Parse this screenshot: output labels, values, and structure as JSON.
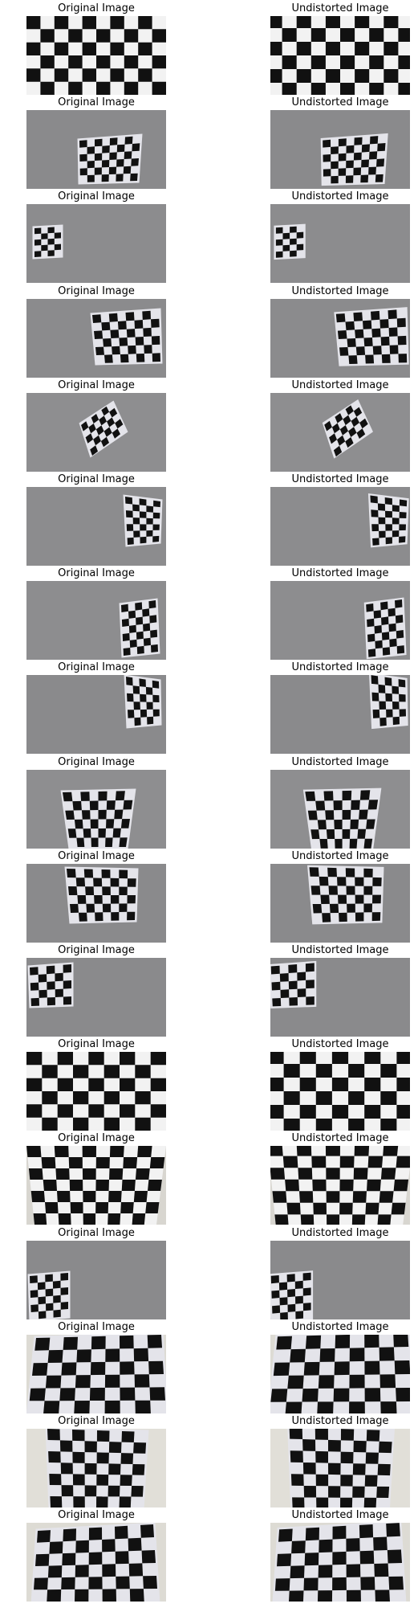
{
  "figure": {
    "pairs": [
      {
        "original_title": "Original Image",
        "undistorted_title": "Undistorted Image"
      },
      {
        "original_title": "Original Image",
        "undistorted_title": "Undistorted Image"
      },
      {
        "original_title": "Original Image",
        "undistorted_title": "Undistorted Image"
      },
      {
        "original_title": "Original Image",
        "undistorted_title": "Undistorted Image"
      },
      {
        "original_title": "Original Image",
        "undistorted_title": "Undistorted Image"
      },
      {
        "original_title": "Original Image",
        "undistorted_title": "Undistorted Image"
      },
      {
        "original_title": "Original Image",
        "undistorted_title": "Undistorted Image"
      },
      {
        "original_title": "Original Image",
        "undistorted_title": "Undistorted Image"
      },
      {
        "original_title": "Original Image",
        "undistorted_title": "Undistorted Image"
      },
      {
        "original_title": "Original Image",
        "undistorted_title": "Undistorted Image"
      },
      {
        "original_title": "Original Image",
        "undistorted_title": "Undistorted Image"
      },
      {
        "original_title": "Original Image",
        "undistorted_title": "Undistorted Image"
      },
      {
        "original_title": "Original Image",
        "undistorted_title": "Undistorted Image"
      },
      {
        "original_title": "Original Image",
        "undistorted_title": "Undistorted Image"
      },
      {
        "original_title": "Original Image",
        "undistorted_title": "Undistorted Image"
      },
      {
        "original_title": "Original Image",
        "undistorted_title": "Undistorted Image"
      },
      {
        "original_title": "Original Image",
        "undistorted_title": "Undistorted Image"
      }
    ]
  }
}
